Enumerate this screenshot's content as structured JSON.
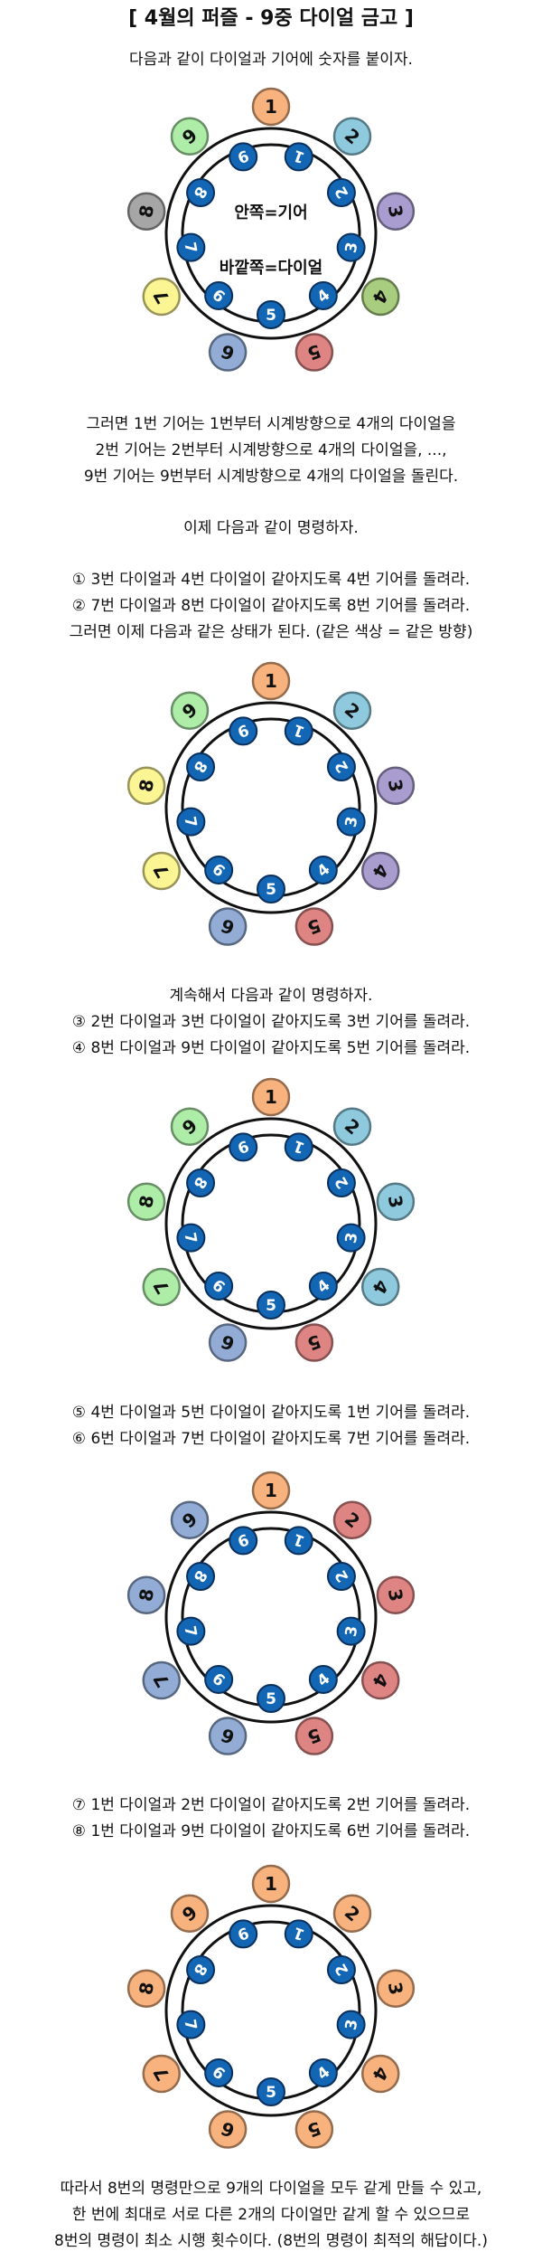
{
  "title": "[ 4월의 퍼즐 - 9중 다이얼 금고 ]",
  "intro": "다음과 같이 다이얼과 기어에 숫자를 붙이자.",
  "labels": {
    "inner": "안쪽=기어",
    "outer": "바깥쪽=다이얼"
  },
  "para1": "그러면 1번 기어는 1번부터 시계방향으로 4개의 다이얼을\n2번 기어는 2번부터 시계방향으로 4개의 다이얼을, ...,\n9번 기어는 9번부터 시계방향으로 4개의 다이얼을 돌린다.",
  "para2": "이제 다음과 같이 명령하자.",
  "steps1": "① 3번 다이얼과 4번 다이얼이 같아지도록 4번 기어를 돌려라.\n② 7번 다이얼과 8번 다이얼이 같아지도록 8번 기어를 돌려라.\n그러면 이제 다음과 같은 상태가 된다. (같은 색상 = 같은 방향)",
  "steps2": "계속해서 다음과 같이 명령하자.\n③ 2번 다이얼과 3번 다이얼이 같아지도록 3번 기어를 돌려라.\n④ 8번 다이얼과 9번 다이얼이 같아지도록 5번 기어를 돌려라.",
  "steps3": "⑤ 4번 다이얼과 5번 다이얼이 같아지도록 1번 기어를 돌려라.\n⑥ 6번 다이얼과 7번 다이얼이 같아지도록 7번 기어를 돌려라.",
  "steps4": "⑦ 1번 다이얼과 2번 다이얼이 같아지도록 2번 기어를 돌려라.\n⑧ 1번 다이얼과 9번 다이얼이 같아지도록 6번 기어를 돌려라.",
  "conclusion": "따라서 8번의 명령만으로 9개의 다이얼을 모두 같게 만들 수 있고,\n한 번에 최대로 서로 다른 2개의 다이얼만 같게 할 수 있으므로\n8번의 명령이 최소 시행 횟수이다. (8번의 명령이 최적의 해답이다.)",
  "colors": {
    "orange": "#f7b27e",
    "blue": "#8ec9de",
    "purple": "#a99ccf",
    "lime": "#a9cd7e",
    "red": "#de8584",
    "steel": "#92acd6",
    "yellow": "#fbf594",
    "gray": "#a6a6a6",
    "green": "#aeeda8",
    "gear": "#1266b3"
  },
  "diagrams": [
    {
      "dials": [
        "orange",
        "blue",
        "purple",
        "lime",
        "red",
        "steel",
        "yellow",
        "gray",
        "green"
      ]
    },
    {
      "dials": [
        "orange",
        "blue",
        "purple",
        "purple",
        "red",
        "steel",
        "yellow",
        "yellow",
        "green"
      ]
    },
    {
      "dials": [
        "orange",
        "blue",
        "blue",
        "blue",
        "red",
        "steel",
        "green",
        "green",
        "green"
      ]
    },
    {
      "dials": [
        "orange",
        "red",
        "red",
        "red",
        "red",
        "steel",
        "steel",
        "steel",
        "steel"
      ]
    },
    {
      "dials": [
        "orange",
        "orange",
        "orange",
        "orange",
        "orange",
        "orange",
        "orange",
        "orange",
        "orange"
      ]
    }
  ],
  "numbers": [
    "1",
    "2",
    "3",
    "4",
    "5",
    "6",
    "7",
    "8",
    "9"
  ]
}
